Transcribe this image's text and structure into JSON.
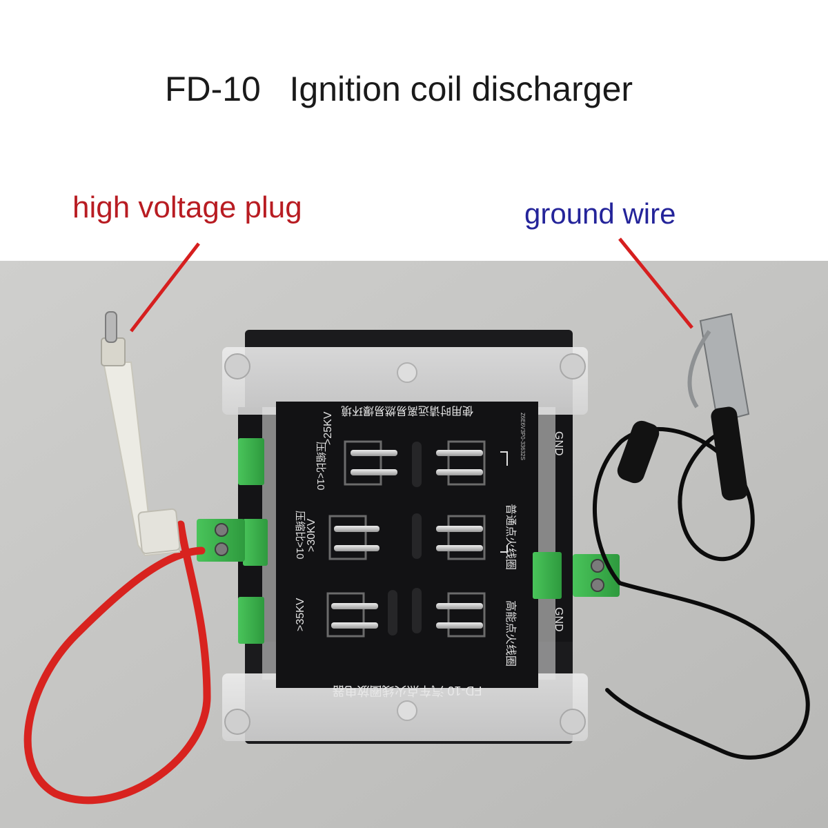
{
  "header": {
    "title": "FD-10   Ignition coil discharger"
  },
  "callouts": {
    "high_voltage": "high voltage plug",
    "ground": "ground wire"
  },
  "board": {
    "top_text": "使用时请远离易燃易爆环境",
    "bottom_text": "FD-10 汽车点火线圈放电器",
    "col1_top": "压缩比<10",
    "col1_top_kv": ">25KV",
    "col1_mid": "压缩比>10",
    "col1_mid_kv": ">30KV",
    "col1_bot_kv": ">35KV",
    "normal_coil": "普通点火线圈",
    "high_energy_coil": "高能点火线圈",
    "gnd_top": "GND",
    "gnd_bottom": "GND",
    "serial": "Z6E6V3P0-33632S"
  },
  "colors": {
    "callout_red": "#b81c22",
    "callout_blue": "#24249a",
    "pointer_line": "#d61f1f",
    "board_black": "#121214",
    "terminal_green": "#39b04a",
    "wire_red": "#d8231f",
    "wire_black": "#0c0c0c"
  }
}
